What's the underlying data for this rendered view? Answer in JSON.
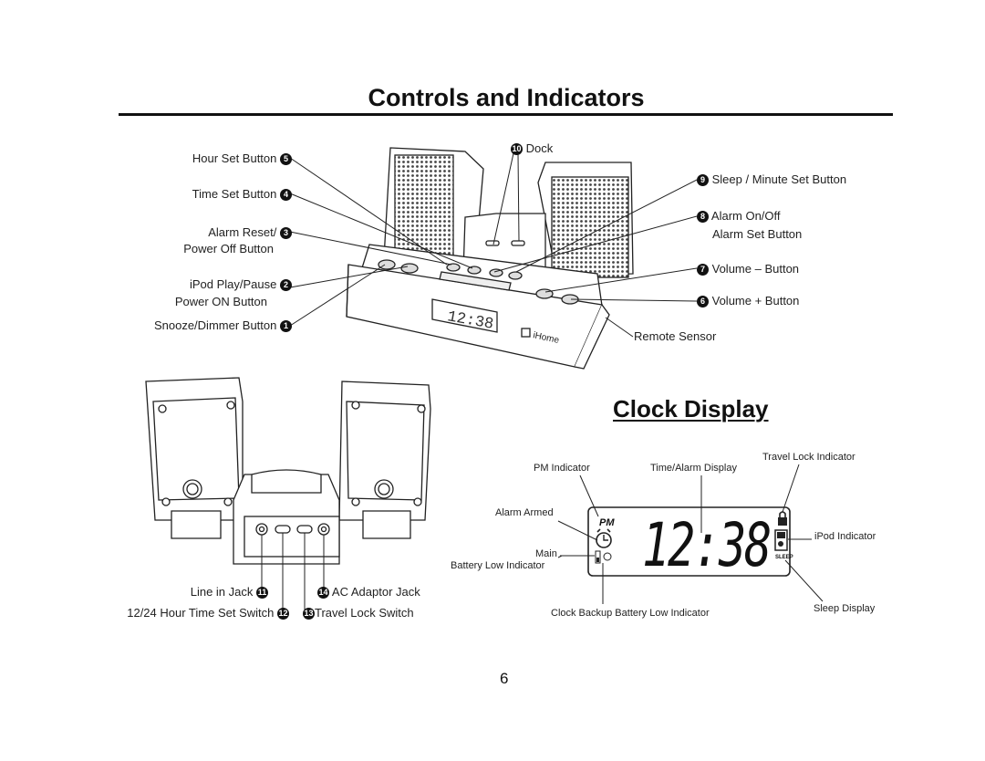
{
  "page": {
    "title": "Controls and Indicators",
    "page_number": "6"
  },
  "controls": {
    "left": [
      {
        "label": "Hour Set Button",
        "num": "5"
      },
      {
        "label": "Time Set Button",
        "num": "4"
      },
      {
        "label_l1": "Alarm Reset/",
        "label_l2": "Power Off Button",
        "num": "3"
      },
      {
        "label_l1": "iPod  Play/Pause",
        "label_l2": "Power ON Button",
        "num": "2"
      },
      {
        "label": "Snooze/Dimmer Button",
        "num": "1"
      }
    ],
    "right": [
      {
        "label": "Dock",
        "num": "10"
      },
      {
        "label": "Sleep / Minute Set Button",
        "num": "9"
      },
      {
        "label_l1": "Alarm On/Off",
        "label_l2": "Alarm Set Button",
        "num": "8"
      },
      {
        "label": "Volume – Button",
        "num": "7"
      },
      {
        "label": "Volume + Button",
        "num": "6"
      },
      {
        "label": "Remote Sensor"
      }
    ],
    "device_display": "12:38",
    "brand": "iHome"
  },
  "back": {
    "line_in_jack": {
      "label": "Line in Jack",
      "num": "11"
    },
    "hour_switch": {
      "label": "12/24 Hour Time Set Switch",
      "num": "12"
    },
    "travel_lock": {
      "label": "Travel Lock Switch",
      "num": "13"
    },
    "ac_adaptor": {
      "label": "AC Adaptor Jack",
      "num": "14"
    }
  },
  "clock_display": {
    "title": "Clock Display",
    "time": "12:38",
    "pm_text": "PM",
    "sleep_text": "SLEEP",
    "labels": {
      "travel_lock_indicator": "Travel Lock Indicator",
      "pm_indicator": "PM Indicator",
      "time_alarm_display": "Time/Alarm Display",
      "alarm_armed": "Alarm Armed",
      "ipod_indicator": "iPod Indicator",
      "main_battery": "Main",
      "battery_low": "Battery Low Indicator",
      "clock_backup": "Clock Backup Battery Low Indicator",
      "sleep_display": "Sleep Display"
    }
  }
}
